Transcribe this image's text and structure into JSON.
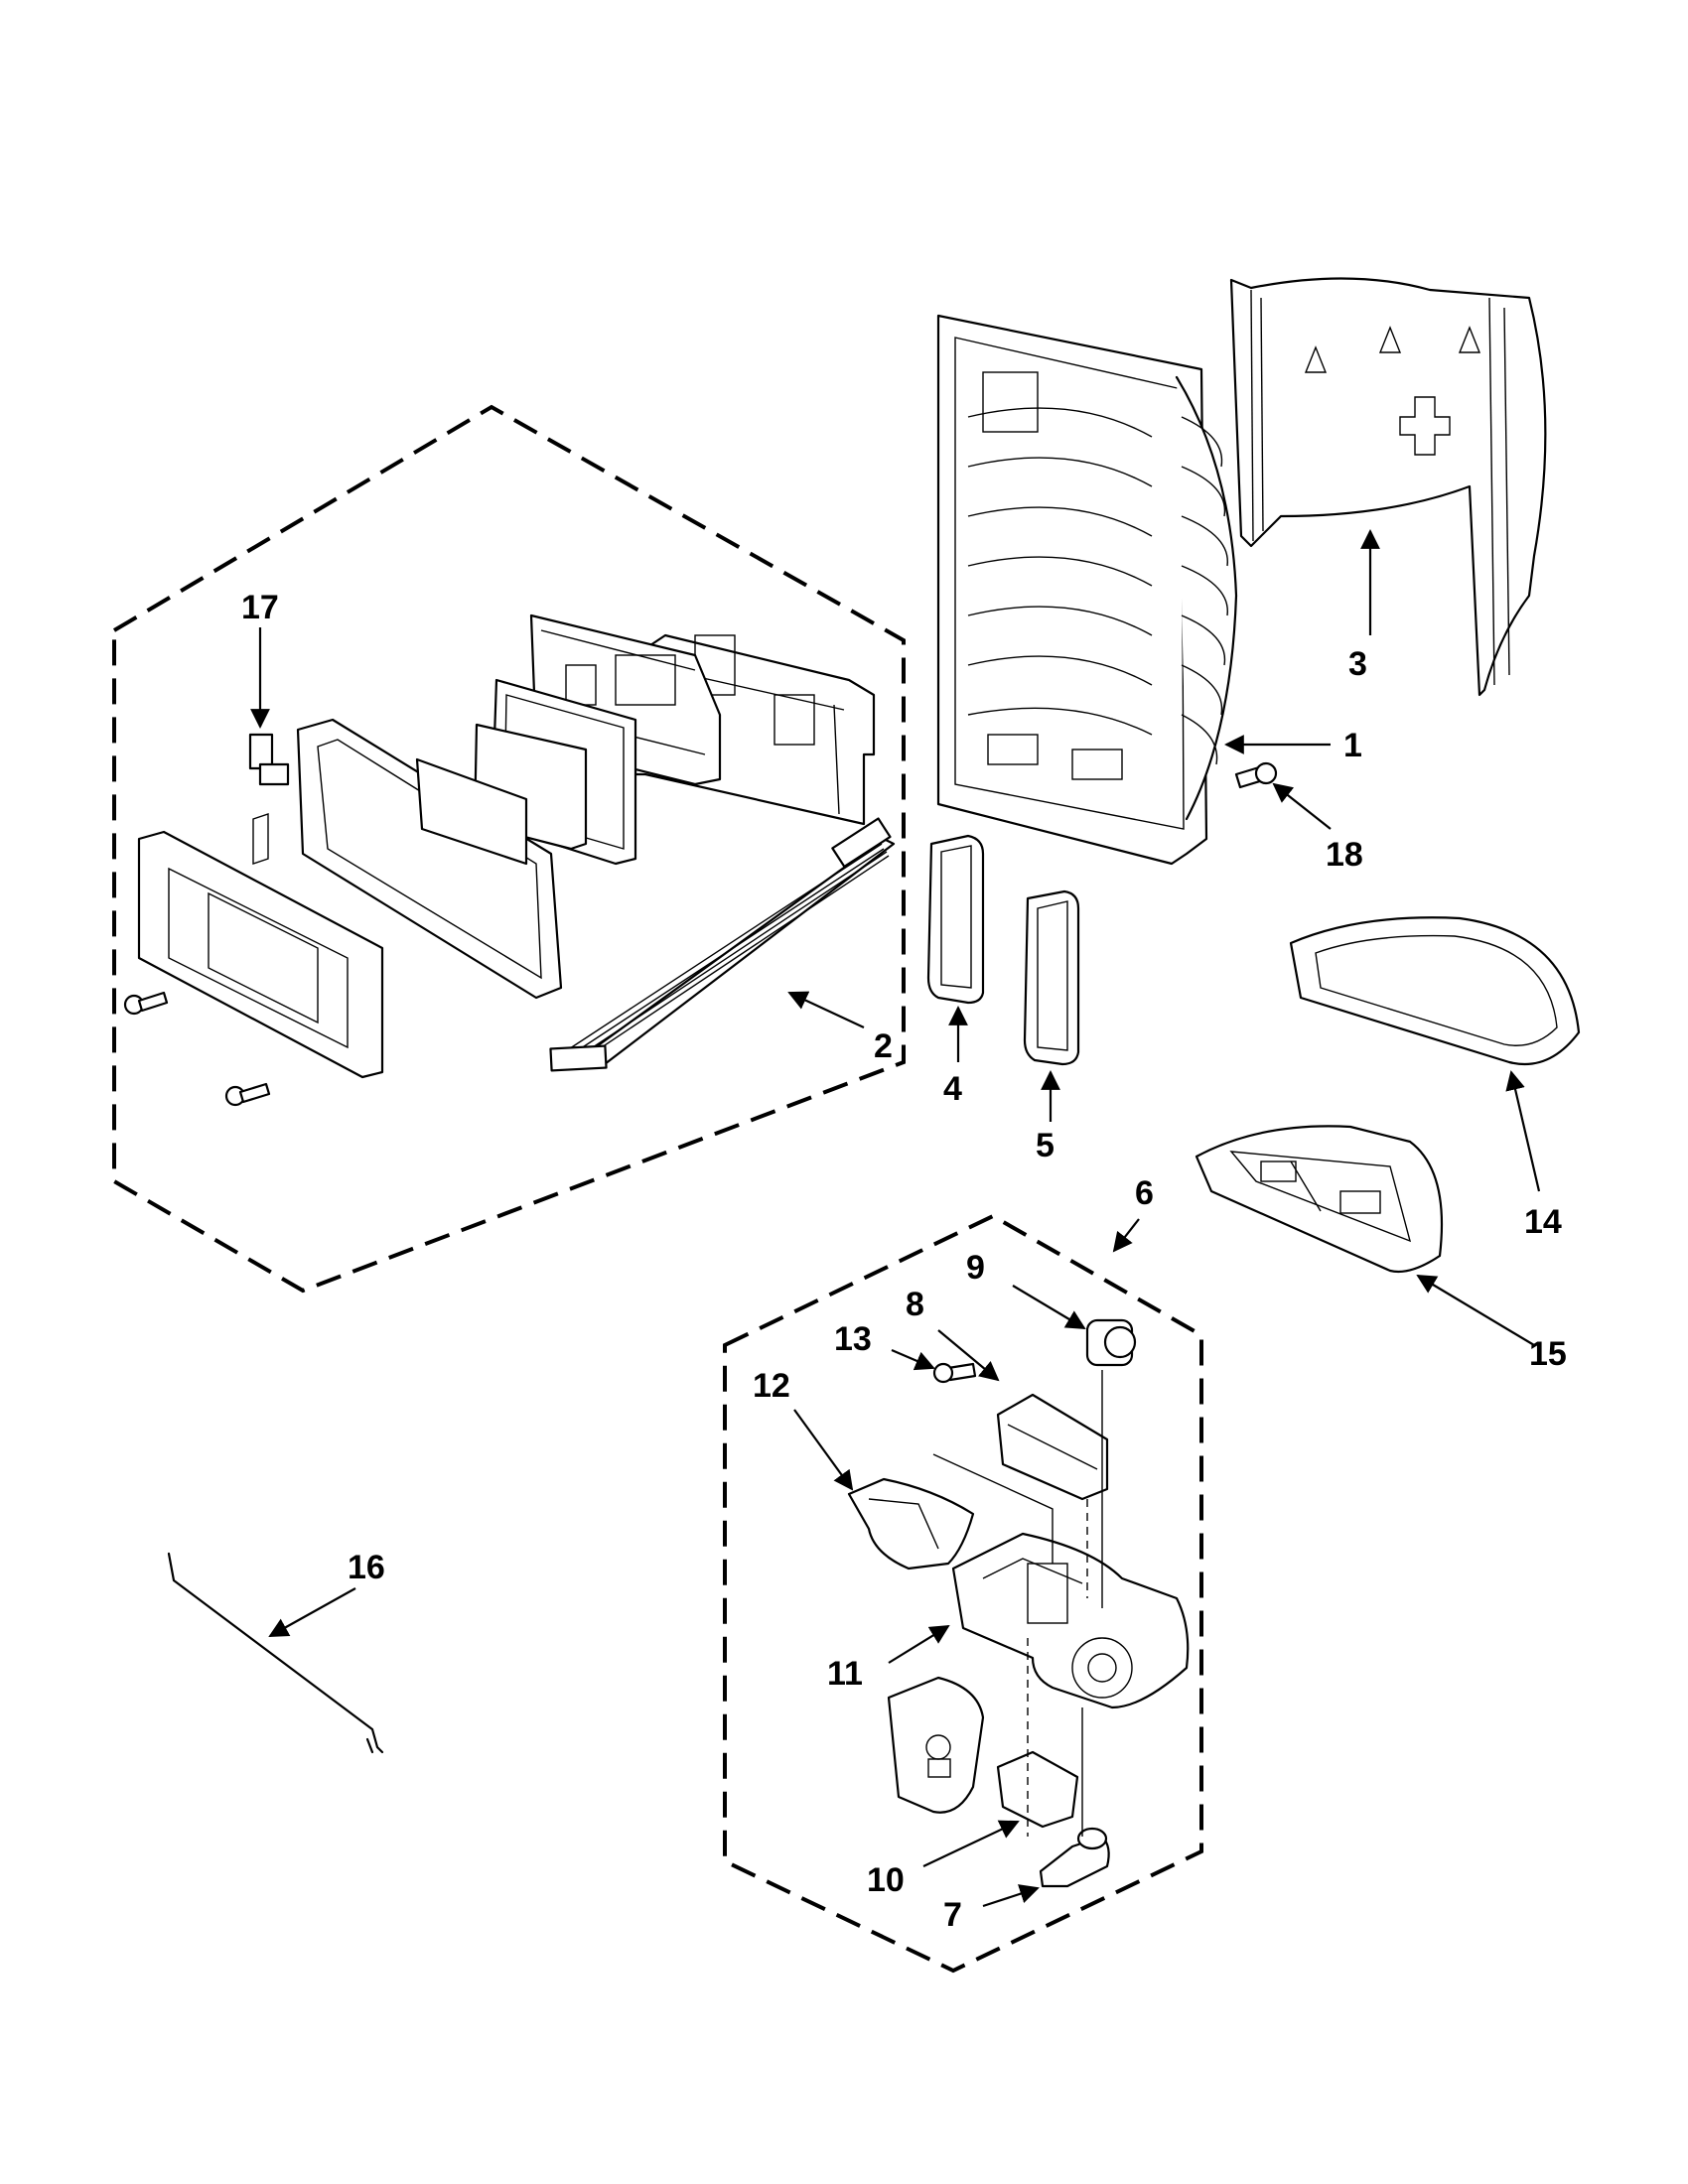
{
  "diagram": {
    "callouts": [
      {
        "id": "p1",
        "label": "1"
      },
      {
        "id": "p2",
        "label": "2"
      },
      {
        "id": "p3",
        "label": "3"
      },
      {
        "id": "p4",
        "label": "4"
      },
      {
        "id": "p5",
        "label": "5"
      },
      {
        "id": "p6",
        "label": "6"
      },
      {
        "id": "p7",
        "label": "7"
      },
      {
        "id": "p8",
        "label": "8"
      },
      {
        "id": "p9",
        "label": "9"
      },
      {
        "id": "p10",
        "label": "10"
      },
      {
        "id": "p11",
        "label": "11"
      },
      {
        "id": "p12",
        "label": "12"
      },
      {
        "id": "p13",
        "label": "13"
      },
      {
        "id": "p14",
        "label": "14"
      },
      {
        "id": "p15",
        "label": "15"
      },
      {
        "id": "p16",
        "label": "16"
      },
      {
        "id": "p17",
        "label": "17"
      },
      {
        "id": "p18",
        "label": "18"
      }
    ]
  }
}
